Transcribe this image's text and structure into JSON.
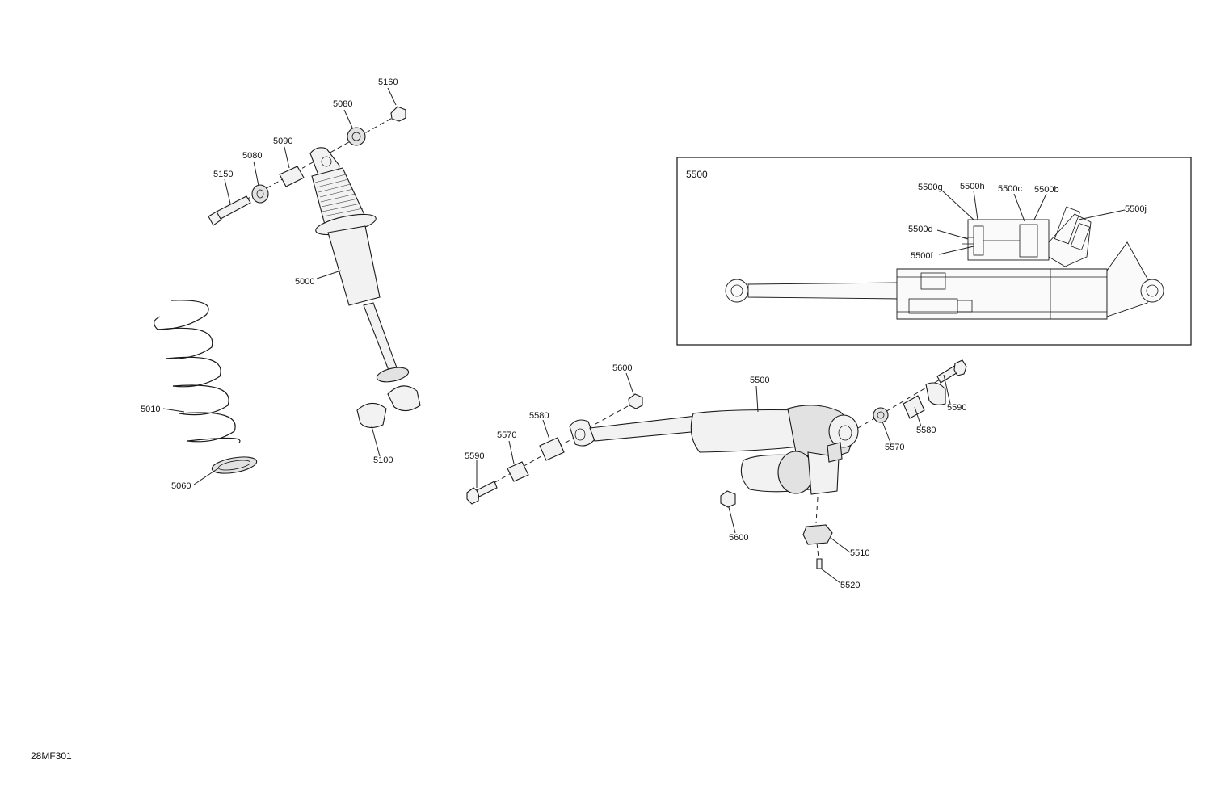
{
  "drawing_ref": "28MF301",
  "inset": {
    "title": "5500"
  },
  "callouts": {
    "c5160": "5160",
    "c5080a": "5080",
    "c5090": "5090",
    "c5080b": "5080",
    "c5150": "5150",
    "c5000": "5000",
    "c5010": "5010",
    "c5060": "5060",
    "c5100": "5100",
    "c5600a": "5600",
    "c5500": "5500",
    "c5580a": "5580",
    "c5570a": "5570",
    "c5590a": "5590",
    "c5590b": "5590",
    "c5580b": "5580",
    "c5570b": "5570",
    "c5600b": "5600",
    "c5510": "5510",
    "c5520": "5520",
    "c5500g": "5500g",
    "c5500h": "5500h",
    "c5500c": "5500c",
    "c5500b": "5500b",
    "c5500j": "5500j",
    "c5500d": "5500d",
    "c5500f": "5500f"
  }
}
